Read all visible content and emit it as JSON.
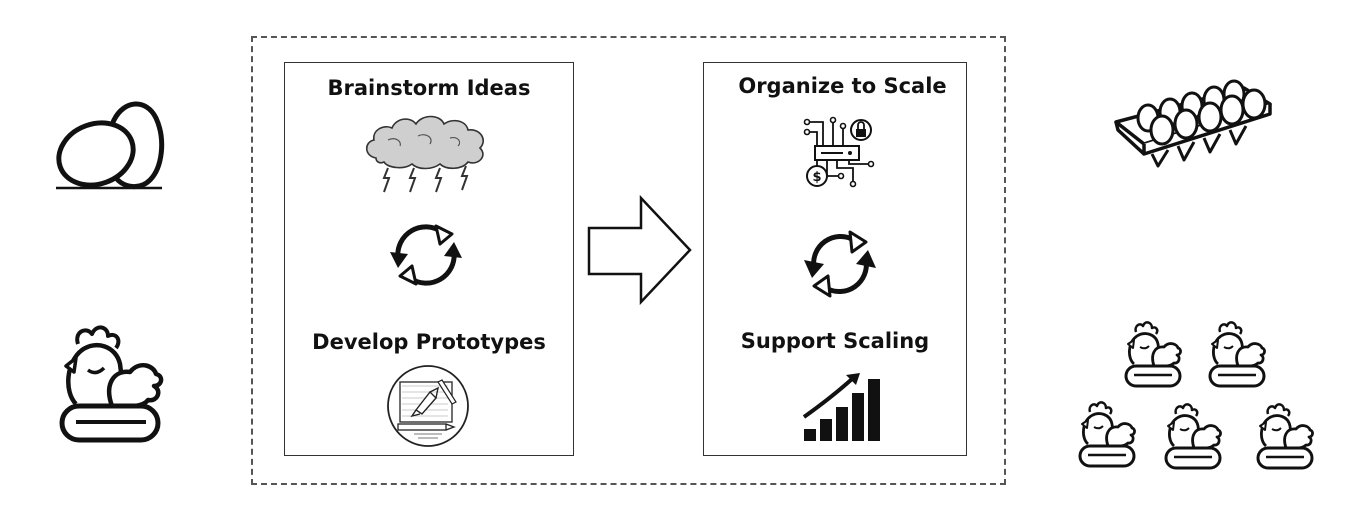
{
  "diagram": {
    "left_panel": {
      "top_label": "Brainstorm Ideas",
      "bottom_label": "Develop Prototypes",
      "top_icon": "storm-cloud-icon",
      "cycle_icon": "refresh-cycle-icon",
      "bottom_icon": "blueprint-rocket-icon"
    },
    "right_panel": {
      "top_label": "Organize to Scale",
      "bottom_label": "Support Scaling",
      "top_icon": "circuit-lock-dollar-icon",
      "cycle_icon": "refresh-cycle-icon",
      "bottom_icon": "growth-bars-icon"
    },
    "arrow_icon": "right-arrow-icon",
    "left_side_icons": [
      "eggs-icon",
      "hen-in-nest-icon"
    ],
    "right_side_icons": [
      "egg-carton-icon",
      "hens-flock-icon"
    ]
  }
}
